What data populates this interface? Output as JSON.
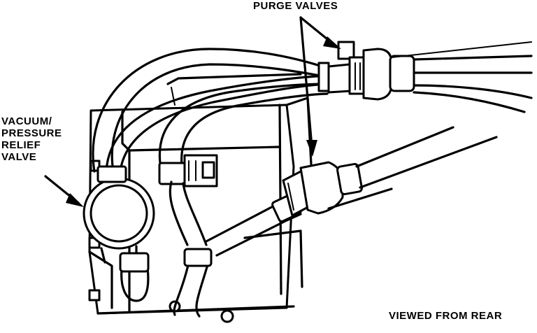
{
  "labels": {
    "purge_valves": "PURGE VALVES",
    "vacuum_relief": [
      "VACUUM/",
      "PRESSURE",
      "RELIEF",
      "VALVE"
    ],
    "viewed_from": "VIEWED FROM REAR"
  },
  "colors": {
    "ink": "#000000",
    "paper": "#ffffff"
  }
}
